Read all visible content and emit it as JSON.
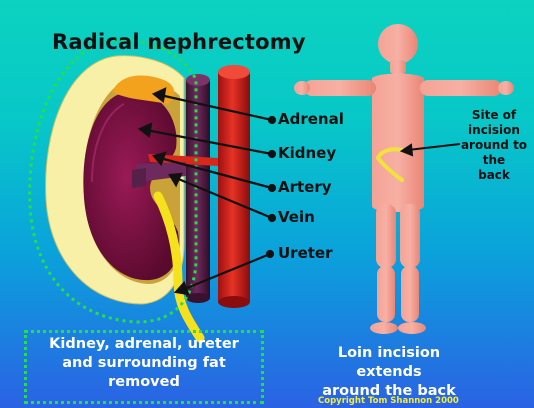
{
  "title": "Radical nephrectomy",
  "labels": {
    "adrenal": "Adrenal",
    "kidney": "Kidney",
    "artery": "Artery",
    "vein": "Vein",
    "ureter": "Ureter"
  },
  "site_label": {
    "line1": "Site of",
    "line2": "incision",
    "line3": "around to the",
    "line4": "back"
  },
  "caption": {
    "line1": "Kidney, adrenal, ureter",
    "line2": "and  surrounding fat",
    "line3": "removed"
  },
  "loin_text": {
    "line1": "Loin incision extends",
    "line2": "around  the back"
  },
  "copyright": "Copyright Tom Shannon 2000",
  "colors": {
    "background_top": "#0bd3c0",
    "background_bottom": "#2b62e4",
    "fat": "#f7f0a6",
    "kidney": "#7a1140",
    "artery": "#d8281c",
    "vein": "#56204a",
    "ureter": "#f6e21c",
    "body": "#f59a8e",
    "dotted_outline": "#22e04a"
  }
}
